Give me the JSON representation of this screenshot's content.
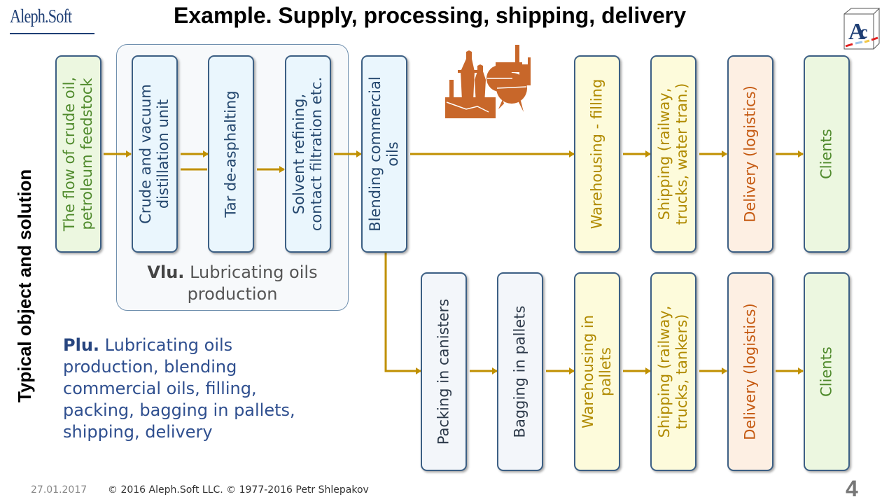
{
  "header": {
    "logo_text": "Aleph.Soft",
    "title": "Example. Supply, processing, shipping, delivery",
    "brand_icon": "ac-cube-logo-icon"
  },
  "side_label": "Typical object and solution",
  "group": {
    "caption_bold": "Vlu.",
    "caption_text": " Lubricating oils production"
  },
  "row1": [
    {
      "label": "The flow of crude oil, petroleum feedstock",
      "lines": [
        "The flow of crude oil,",
        "petroleum feedstock"
      ],
      "color": "green"
    },
    {
      "label": "Crude and vacuum distillation unit",
      "lines": [
        "Crude and vacuum",
        "distillation unit"
      ],
      "color": "blue"
    },
    {
      "label": "Tar de-asphalting",
      "lines": [
        "Tar de-asphalting"
      ],
      "color": "blue"
    },
    {
      "label": "Solvent refining, contact filtration etc.",
      "lines": [
        "Solvent refining,",
        "contact filtration etc."
      ],
      "color": "blue"
    },
    {
      "label": "Blending commercial oils",
      "lines": [
        "Blending commercial",
        "oils"
      ],
      "color": "blue"
    },
    {
      "label": "Warehousing - filling",
      "lines": [
        "Warehousing - filling"
      ],
      "color": "yellow"
    },
    {
      "label": "Shipping (railway, trucks, water tran.)",
      "lines": [
        "Shipping (railway,",
        "trucks, water tran.)"
      ],
      "color": "yellow"
    },
    {
      "label": "Delivery (logistics)",
      "lines": [
        "Delivery (logistics)"
      ],
      "color": "orange"
    },
    {
      "label": "Clients",
      "lines": [
        "Clients"
      ],
      "color": "green"
    }
  ],
  "row2": [
    {
      "label": "Packing in canisters",
      "lines": [
        "Packing in canisters"
      ],
      "color": "gray"
    },
    {
      "label": "Bagging in pallets",
      "lines": [
        "Bagging in pallets"
      ],
      "color": "gray"
    },
    {
      "label": "Warehousing in pallets",
      "lines": [
        "Warehousing in",
        "pallets"
      ],
      "color": "yellow"
    },
    {
      "label": "Shipping (railway, trucks, tankers)",
      "lines": [
        "Shipping (railway,",
        "trucks, tankers)"
      ],
      "color": "yellow"
    },
    {
      "label": "Delivery (logistics)",
      "lines": [
        "Delivery (logistics)"
      ],
      "color": "orange"
    },
    {
      "label": "Clients",
      "lines": [
        "Clients"
      ],
      "color": "green"
    }
  ],
  "plu": {
    "bold": "Plu.",
    "lines": [
      " Lubricating oils",
      "production, blending",
      "commercial oils, filling,",
      "packing, bagging in pallets,",
      "shipping, delivery"
    ]
  },
  "icons": {
    "factory": "refinery-factory-icon"
  },
  "colors": {
    "arrow": "#c09000",
    "factory": "#c8672a",
    "box_border": "#3c5f84"
  },
  "footer": {
    "date": "27.01.2017",
    "copyright": "© 2016 Aleph.Soft LLC.  © 1977-2016 Petr Shlepakov",
    "page_number": "4"
  }
}
